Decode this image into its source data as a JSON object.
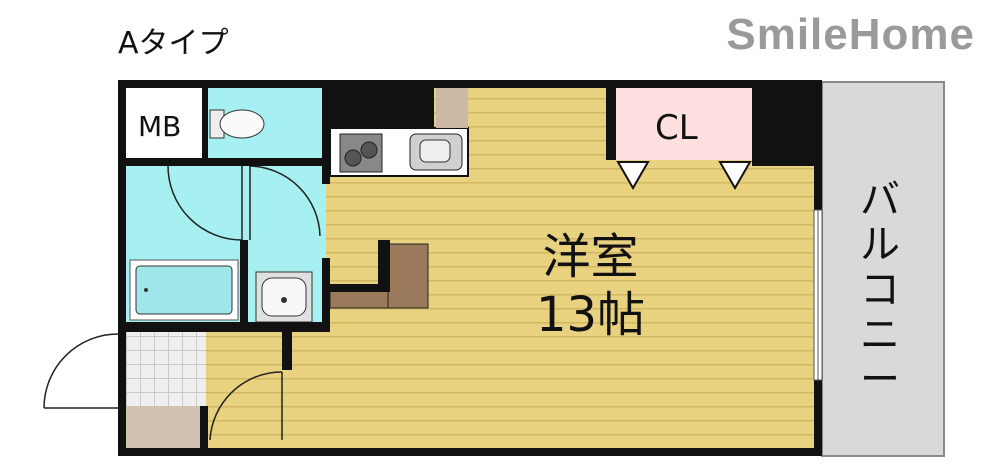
{
  "header": {
    "type_label": "Aタイプ",
    "brand": "SmileHome"
  },
  "rooms": {
    "mb": "MB",
    "closet": "CL",
    "western_room_name": "洋室",
    "western_room_size": "13帖",
    "balcony": "バルコニー"
  },
  "colors": {
    "wall": "#111111",
    "floor_wood": "#e6cf80",
    "floor_stripe": "#d6bd68",
    "wet_area": "#a6f0f2",
    "closet": "#ffdede",
    "balcony": "#dcdcdc",
    "counter": "#9a7a5a",
    "entrance_tile": "#e4e4e4",
    "brand_text": "#9a9a9a"
  }
}
